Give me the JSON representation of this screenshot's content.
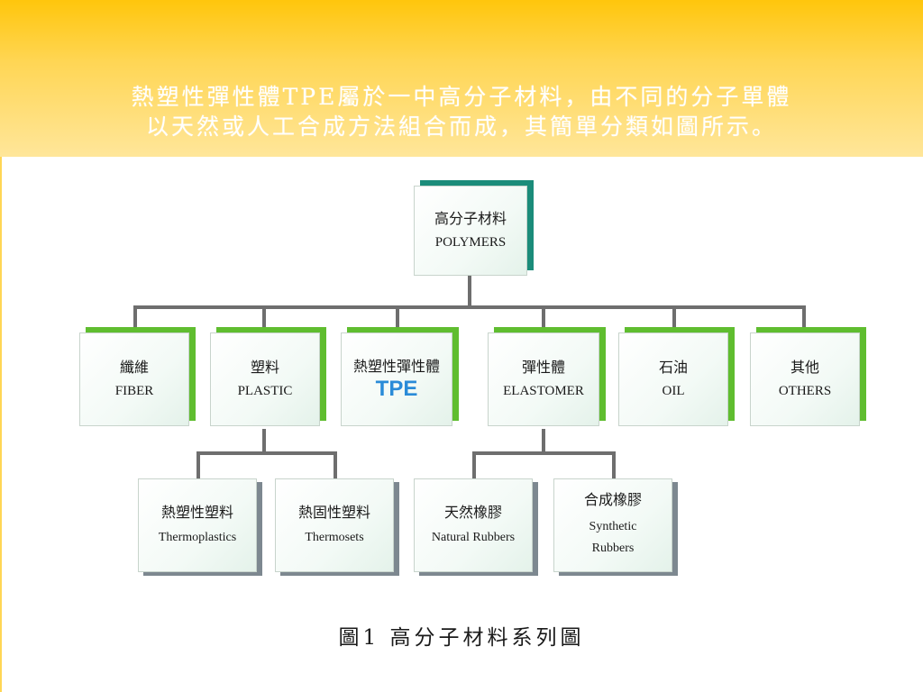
{
  "header": {
    "line1": "熱塑性彈性體TPE屬於一中高分子材料，由不同的分子單體",
    "line2": "以天然或人工合成方法組合而成，其簡單分類如圖所示。"
  },
  "diagram": {
    "root": {
      "zh": "高分子材料",
      "en": "POLYMERS"
    },
    "level1": [
      {
        "zh": "纖維",
        "en": "FIBER"
      },
      {
        "zh": "塑料",
        "en": "PLASTIC"
      },
      {
        "zh": "熱塑性彈性體",
        "en": "TPE"
      },
      {
        "zh": "彈性體",
        "en": "ELASTOMER"
      },
      {
        "zh": "石油",
        "en": "OIL"
      },
      {
        "zh": "其他",
        "en": "OTHERS"
      }
    ],
    "plastic_children": [
      {
        "zh": "熱塑性塑料",
        "en": "Thermoplastics"
      },
      {
        "zh": "熱固性塑料",
        "en": "Thermosets"
      }
    ],
    "elastomer_children": [
      {
        "zh": "天然橡膠",
        "en": "Natural Rubbers"
      },
      {
        "zh": "合成橡膠",
        "en": "Synthetic Rubbers"
      }
    ],
    "caption": "圖1  高分子材料系列圖"
  },
  "colors": {
    "header_top": "#ffc60c",
    "header_bottom": "#ffe69a",
    "accent_green": "#5fbd2f",
    "accent_teal": "#1b8c7a",
    "tpe_blue": "#2a8bd8"
  }
}
